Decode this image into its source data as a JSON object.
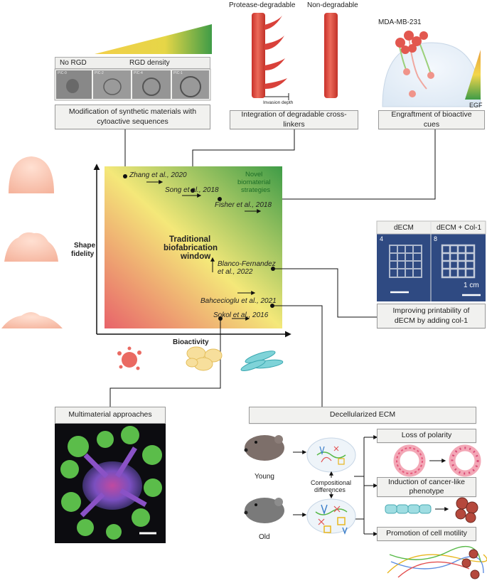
{
  "panel_rgd": {
    "label_no_rgd": "No RGD",
    "label_density": "RGD density",
    "micro_labels": [
      "PIC-0",
      "PIC-2",
      "PIC-4",
      "PIC-1"
    ],
    "caption": "Modification of synthetic materials with cytoactive sequences"
  },
  "panel_crosslinker": {
    "label_protease": "Protease-degradable",
    "label_non": "Non-degradable",
    "label_depth": "Invasion depth",
    "caption": "Integration of degradable cross-linkers"
  },
  "panel_bioactive": {
    "label_cell": "MDA-MB-231",
    "label_egf": "EGF",
    "caption": "Engraftment of bioactive cues"
  },
  "main_chart": {
    "y_label_line1": "Shape",
    "y_label_line2": "fidelity",
    "x_label": "Bioactivity",
    "center_line1": "Traditional",
    "center_line2": "biofabrication",
    "center_line3": "window",
    "novel_line1": "Novel",
    "novel_line2": "biomaterial",
    "novel_line3": "strategies",
    "refs": {
      "zhang": "Zhang et al., 2020",
      "song": "Song et al., 2018",
      "fisher": "Fisher et al., 2018",
      "blanco1": "Blanco-Fernandez",
      "blanco2": "et al., 2022",
      "bahce": "Bahcecioglu et al., 2021",
      "sokol": "Sokol et al., 2016"
    },
    "colors": {
      "red": "#e05a5a",
      "yellow": "#f3e57a",
      "green": "#3e9a3e"
    }
  },
  "panel_decm": {
    "tab_left": "dECM",
    "tab_right": "dECM + Col-1",
    "num_left": "4",
    "num_right": "8",
    "scale": "1 cm",
    "caption": "Improving printability of dECM by adding col-1"
  },
  "panel_multimaterial": {
    "caption": "Multimaterial approaches"
  },
  "panel_decellularized": {
    "caption": "Decellularized ECM",
    "young": "Young",
    "old": "Old",
    "comp1": "Compositional",
    "comp2": "differences",
    "loss": "Loss of polarity",
    "induction1": "Induction of cancer-like",
    "induction2": "phenotype",
    "motility": "Promotion of cell motility"
  }
}
